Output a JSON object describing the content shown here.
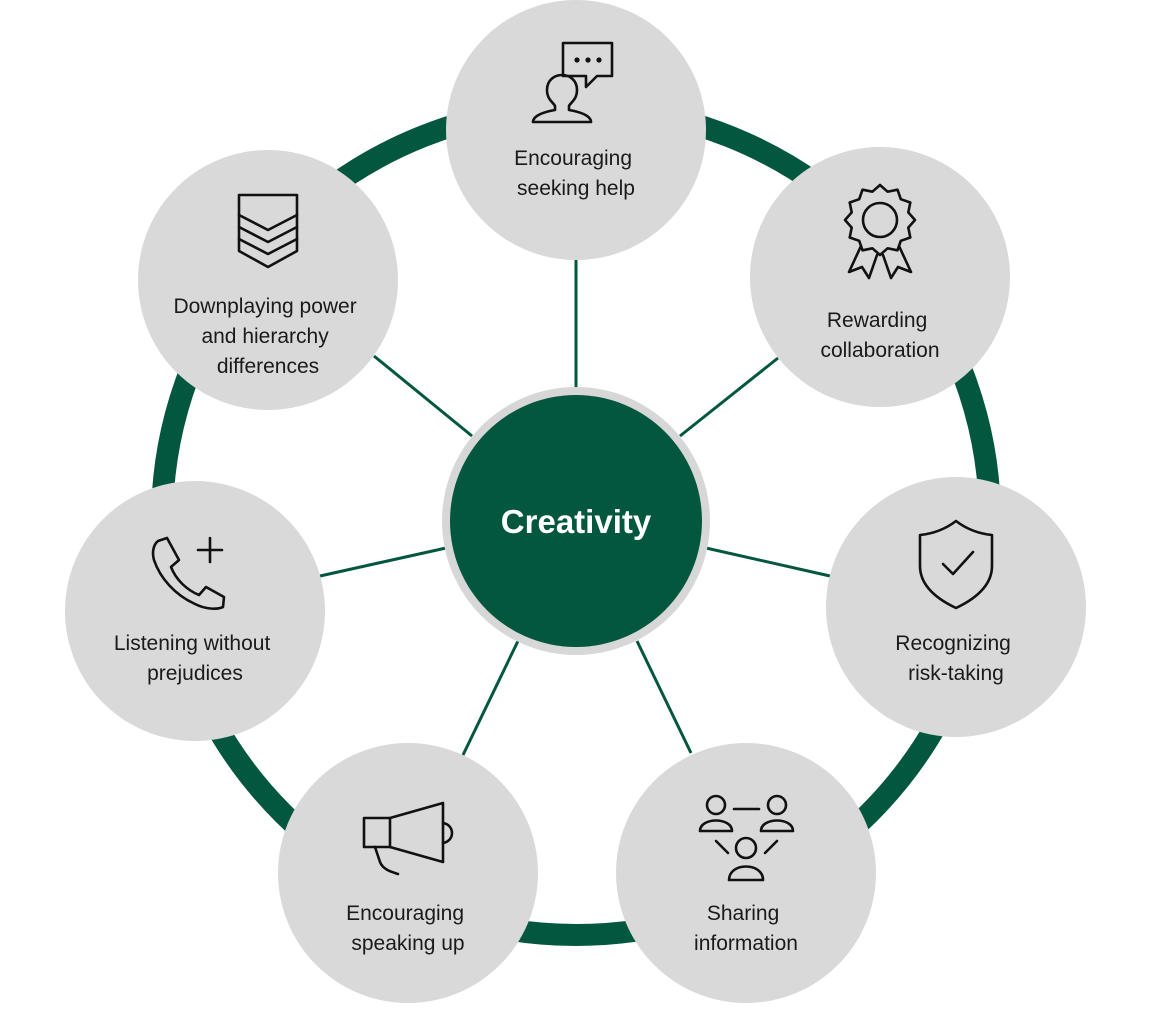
{
  "colors": {
    "ring": "#03573F",
    "center_fill": "#03573F",
    "center_halo": "#D7D7D7",
    "node_fill": "#D9D9D9",
    "spoke": "#03573F",
    "icon": "#111111",
    "text": "#1A1A1A"
  },
  "center": {
    "label": "Creativity"
  },
  "nodes": [
    {
      "id": "seeking-help",
      "icon": "person-speech-bubble-icon",
      "lines": [
        "Encouraging",
        "seeking help"
      ]
    },
    {
      "id": "rewarding-collaboration",
      "icon": "award-ribbon-icon",
      "lines": [
        "Rewarding",
        "collaboration"
      ]
    },
    {
      "id": "recognizing-risk-taking",
      "icon": "shield-check-icon",
      "lines": [
        "Recognizing",
        "risk-taking"
      ]
    },
    {
      "id": "sharing-information",
      "icon": "people-network-icon",
      "lines": [
        "Sharing",
        "information"
      ]
    },
    {
      "id": "speaking-up",
      "icon": "megaphone-icon",
      "lines": [
        "Encouraging",
        "speaking up"
      ]
    },
    {
      "id": "listening",
      "icon": "phone-plus-icon",
      "lines": [
        "Listening without",
        "prejudices"
      ]
    },
    {
      "id": "downplaying-power",
      "icon": "chevron-stack-icon",
      "lines": [
        "Downplaying power",
        "and hierarchy",
        "differences"
      ]
    }
  ]
}
